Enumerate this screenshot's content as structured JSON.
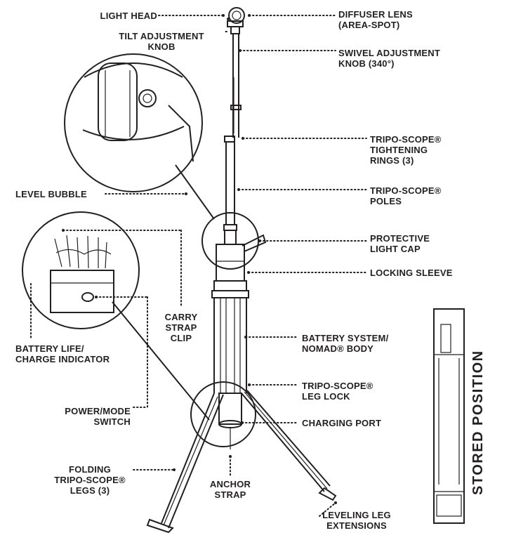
{
  "labels": {
    "light_head": "LIGHT HEAD",
    "tilt_knob": "TILT ADJUSTMENT\nKNOB",
    "diffuser_lens": "DIFFUSER LENS\n(AREA-SPOT)",
    "swivel_knob": "SWIVEL ADJUSTMENT\nKNOB (340°)",
    "tightening_rings": "TRIPO-SCOPE®\nTIGHTENING\nRINGS (3)",
    "poles": "TRIPO-SCOPE®\nPOLES",
    "level_bubble": "LEVEL BUBBLE",
    "protective_cap": "PROTECTIVE\nLIGHT CAP",
    "locking_sleeve": "LOCKING SLEEVE",
    "carry_strap_clip": "CARRY\nSTRAP\nCLIP",
    "battery_system": "BATTERY SYSTEM/\nNOMAD® BODY",
    "battery_life": "BATTERY LIFE/\nCHARGE INDICATOR",
    "leg_lock": "TRIPO-SCOPE®\nLEG LOCK",
    "power_switch": "POWER/MODE\nSWITCH",
    "charging_port": "CHARGING PORT",
    "folding_legs": "FOLDING\nTRIPO-SCOPE®\nLEGS (3)",
    "anchor_strap": "ANCHOR\nSTRAP",
    "leveling_legs": "LEVELING LEG\nEXTENSIONS",
    "stored_position": "STORED POSITION"
  }
}
